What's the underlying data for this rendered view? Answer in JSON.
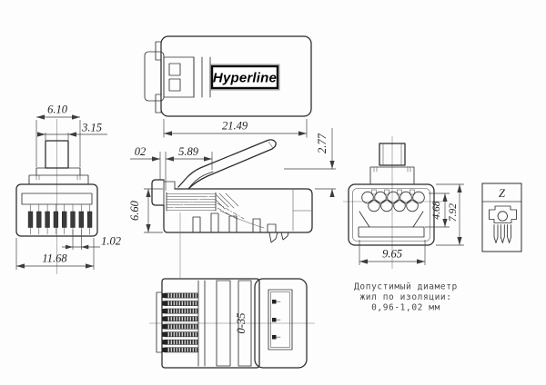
{
  "drawing": {
    "brand": "Hyperline",
    "detail_label": "Z",
    "body_marking": "0-35",
    "dims": {
      "top_length": "21.49",
      "latch_height": "2.77",
      "front_step_width": "6.10",
      "front_tab_width": "3.15",
      "front_contact_pitch": "1.02",
      "front_body_width": "11.68",
      "side_offset": "02",
      "side_latch_span": "5.89",
      "side_height": "6.60",
      "rear_inner_height": "4.68",
      "rear_height": "7.92",
      "rear_width": "9.65"
    },
    "note": {
      "line1": "Допустимый диаметр",
      "line2": "жил по изоляции:",
      "line3": "0,96-1,02 мм"
    }
  }
}
